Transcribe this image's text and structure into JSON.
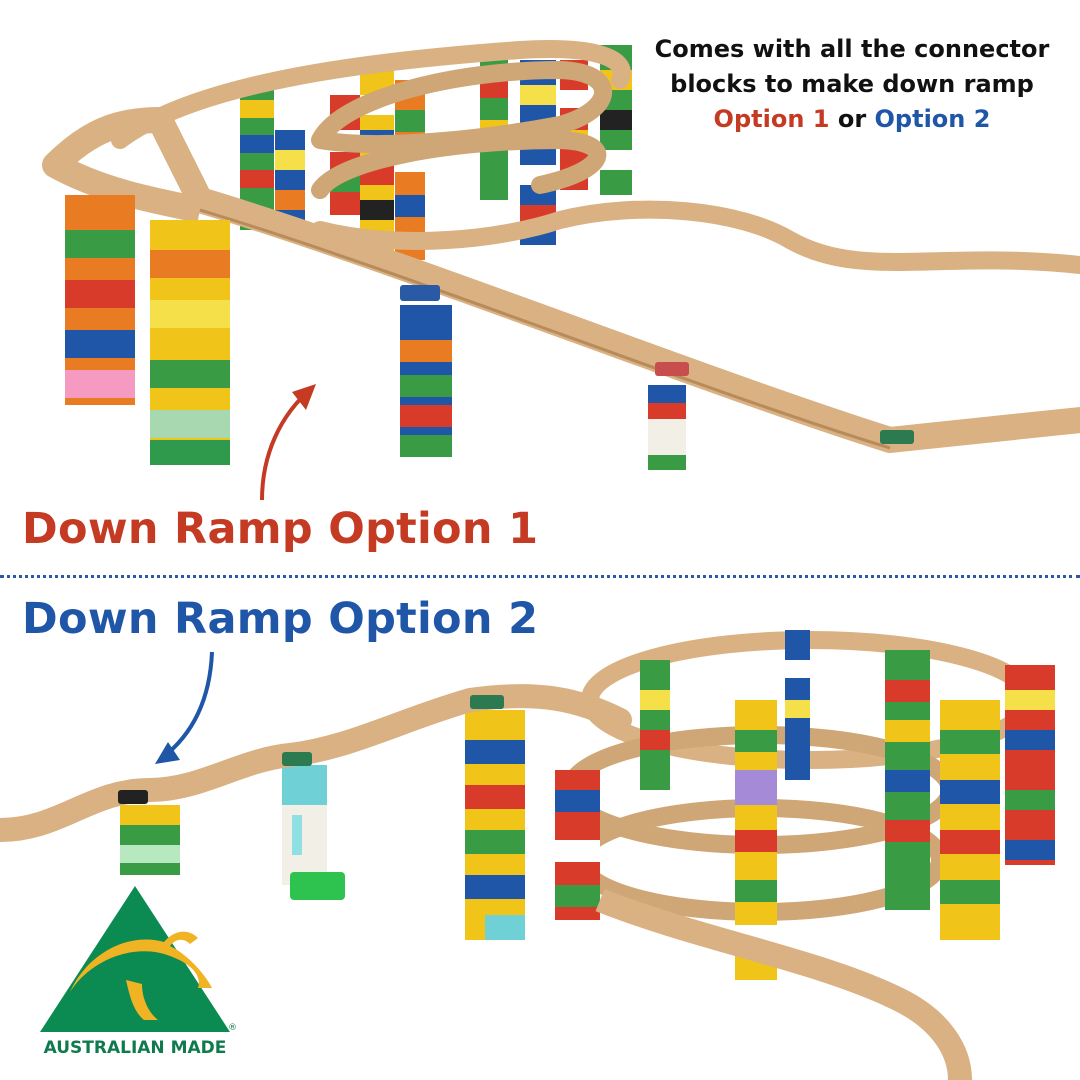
{
  "caption": {
    "line1": "Comes with all the connector",
    "line2": "blocks to make down ramp",
    "option1": "Option 1",
    "joiner": "or",
    "option2": "Option 2"
  },
  "headings": {
    "option1": "Down Ramp Option 1",
    "option2": "Down Ramp Option 2"
  },
  "logo": {
    "text": "AUSTRALIAN MADE",
    "reg_mark": "®",
    "colors": {
      "triangle": "#0b8a52",
      "kangaroo": "#f0b323",
      "text": "#0f7a4e"
    }
  },
  "colors": {
    "option1": "#c43a22",
    "option2": "#1f56a8",
    "track_wood": "#d9b183",
    "divider": "#2a5aa6"
  }
}
